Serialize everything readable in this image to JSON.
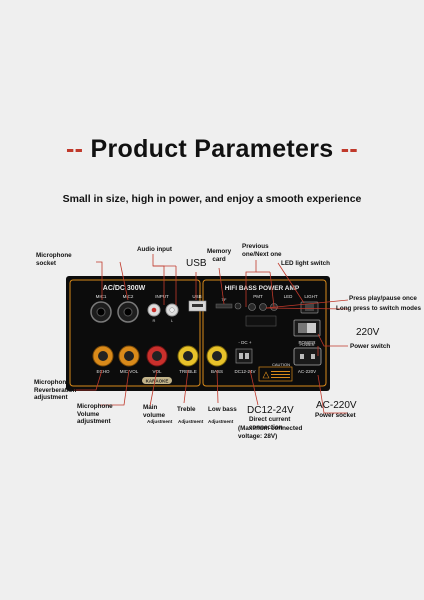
{
  "title": {
    "text": "Product Parameters",
    "dash": "--"
  },
  "subtitle": "Small in size, high in power, and enjoy a smooth experience",
  "callouts": {
    "mic_socket": "Microphone\nsocket",
    "audio_input": "Audio input",
    "memory_card": "Memory\ncard",
    "usb": "USB",
    "prev_next": "Previous\none/Next one",
    "led_switch": "LED light switch",
    "play_pause": "Press play/pause once",
    "long_press": "Long press to switch modes",
    "v220": "220V",
    "power_switch": "Power switch",
    "mic_reverb": "Microphone\nReverberation\nadjustment",
    "mic_volume": "Microphone\nVolume\nadjustment",
    "main_volume": "Main\nvolume",
    "treble": "Treble",
    "low_bass": "Low bass",
    "adj1": "Adjustment",
    "adj2": "Adjustment",
    "adj3": "Adjustment",
    "dc": "DC12-24V",
    "dc_direct": "Direct current\nconnection",
    "dc_max": "(Maximum connected\nvoltage: 28V)",
    "ac": "AC-220V",
    "power_socket": "Power socket"
  },
  "board": {
    "left_title": "AC/DC 300W",
    "right_title": "HIFI BASS POWER AMP",
    "mic1": "MIC1",
    "mic2": "MIC2",
    "input": "INPUT",
    "r": "R",
    "l": "L",
    "usb": "USB",
    "tf": "TF",
    "pmt": "PMT",
    "led": "LED",
    "light": "LIGHT",
    "power": "POWER",
    "echo": "ECHO",
    "mic_vol": "MIC VOL",
    "vol": "VOL",
    "treble": "TREBLE",
    "bass": "BASS",
    "karaoke": "KARAOKE",
    "dc_label": "DC12-24V",
    "dc_plus": "- DC +",
    "caution": "CAUTION",
    "ac_label": "AC-220V",
    "ac_power": "POWER"
  },
  "colors": {
    "accent": "#c0392b",
    "board": "#0c0c0c",
    "print": "#d98a1a",
    "callout_line": "#c0392b"
  }
}
